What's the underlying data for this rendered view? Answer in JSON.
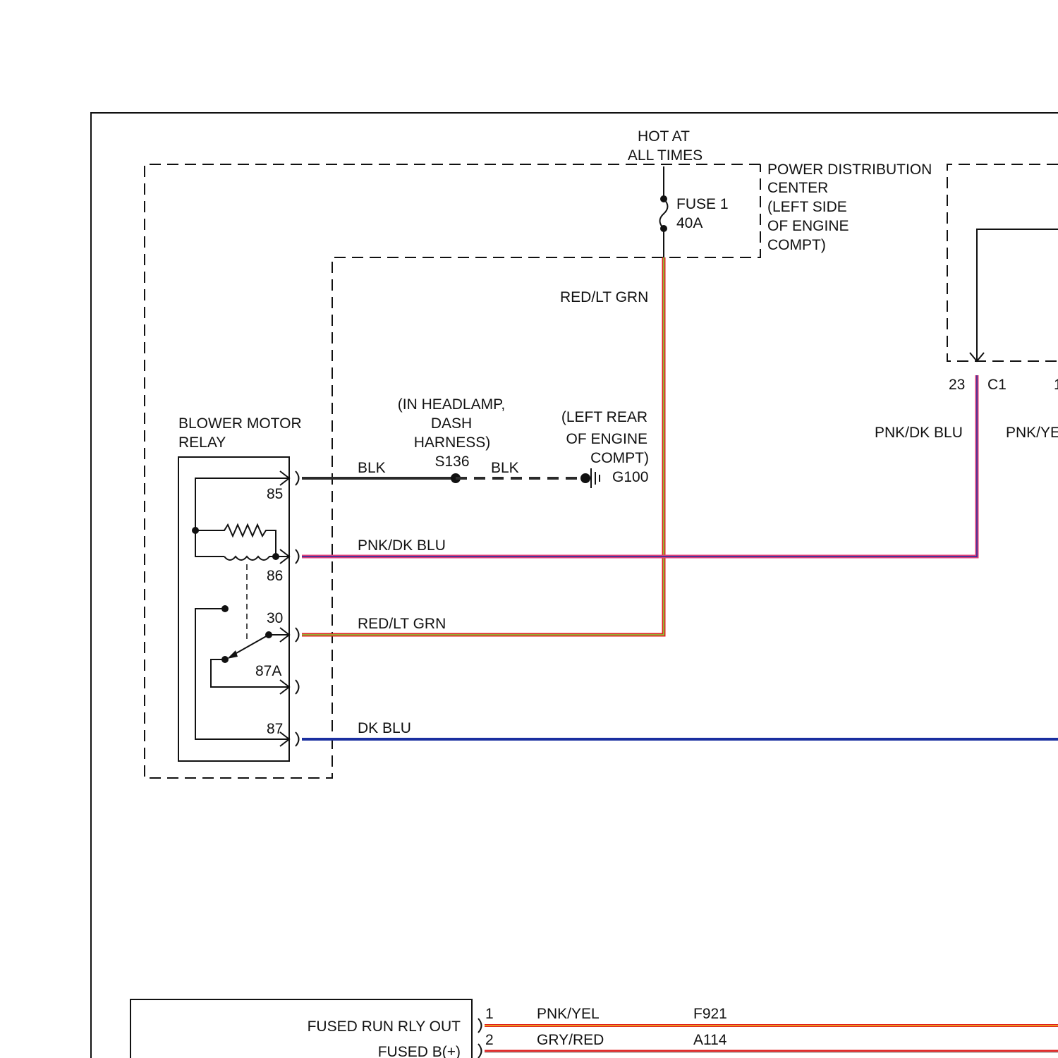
{
  "labels": {
    "hot_at": "HOT AT",
    "all_times": "ALL TIMES",
    "fuse_name": "FUSE 1",
    "fuse_rating": "40A",
    "pdc_line1": "POWER DISTRIBUTION",
    "pdc_line2": "CENTER",
    "pdc_line3": "(LEFT SIDE",
    "pdc_line4": "OF ENGINE",
    "pdc_line5": "COMPT)",
    "relay_line1": "BLOWER MOTOR",
    "relay_line2": "RELAY",
    "splice_line1": "(IN HEADLAMP,",
    "splice_line2": "DASH",
    "splice_line3": "HARNESS)",
    "splice_id": "S136",
    "ground_line1": "(LEFT REAR",
    "ground_line2": "OF ENGINE",
    "ground_line3": "COMPT)",
    "ground_id": "G100",
    "pin_85": "85",
    "pin_86": "86",
    "pin_30": "30",
    "pin_87a": "87A",
    "pin_87": "87",
    "c1_pin": "23",
    "c1_connector": "C1",
    "c1_pin_cut": "1"
  },
  "wires": {
    "blk_left": "BLK",
    "blk_right": "BLK",
    "red_lt_grn_vertical": "RED/LT GRN",
    "pnk_dk_blu_horizontal": "PNK/DK BLU",
    "pnk_dk_blu_vertical": "PNK/DK BLU",
    "pnk_yel_cut": "PNK/YE",
    "red_lt_grn_horizontal": "RED/LT GRN",
    "dk_blu": "DK BLU"
  },
  "bottom_module": {
    "rows": [
      {
        "signal": "FUSED RUN RLY OUT",
        "pin": "1",
        "color": "PNK/YEL",
        "circuit": "F921"
      },
      {
        "signal": "FUSED B(+)",
        "pin": "2",
        "color": "GRY/RED",
        "circuit": "A114"
      }
    ]
  },
  "colors": {
    "red": "#e02020",
    "lt_grn": "#7ddc3c",
    "pnk": "#e0407a",
    "dk_blu": "#1a2fa0",
    "blk": "#2a2a2a",
    "yel": "#f2e01e",
    "gry": "#b0b0b0"
  }
}
